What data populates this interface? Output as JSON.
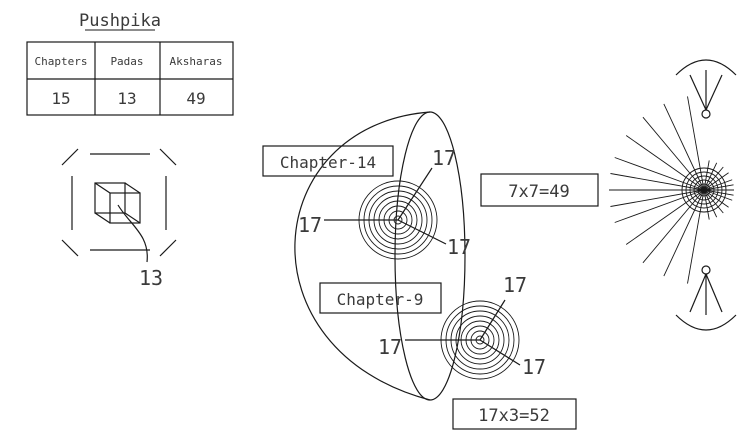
{
  "pushpika": {
    "title": "Pushpika",
    "table": {
      "headers": [
        "Chapters",
        "Padas",
        "Aksharas"
      ],
      "values": [
        "15",
        "13",
        "49"
      ]
    }
  },
  "cube_label": "13",
  "chapter14": {
    "label": "Chapter-14",
    "rays": [
      "17",
      "17",
      "17"
    ]
  },
  "chapter9": {
    "label": "Chapter-9",
    "rays": [
      "17",
      "17",
      "17"
    ]
  },
  "eq_49": "7x7=49",
  "eq_52": "17x3=52"
}
